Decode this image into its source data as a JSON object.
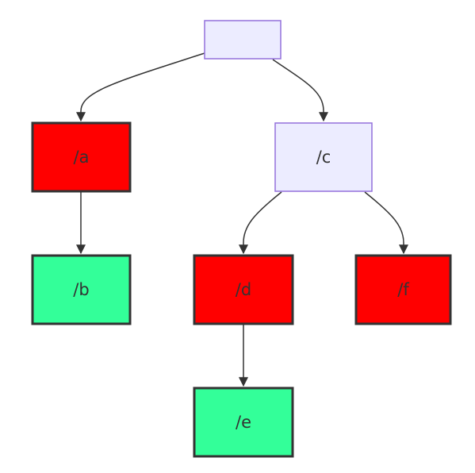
{
  "colors": {
    "root": "#ececff",
    "root_border": "#9370db",
    "red": "#ff0000",
    "green": "#33ff99",
    "dark_border": "#333333",
    "edge": "#333333",
    "text": "#333333"
  },
  "nodes": {
    "root": {
      "label": "",
      "style": "root"
    },
    "a": {
      "label": "/a",
      "style": "red"
    },
    "b": {
      "label": "/b",
      "style": "green"
    },
    "c": {
      "label": "/c",
      "style": "root"
    },
    "d": {
      "label": "/d",
      "style": "red"
    },
    "e": {
      "label": "/e",
      "style": "green"
    },
    "f": {
      "label": "/f",
      "style": "red"
    }
  },
  "edges": [
    {
      "from": "root",
      "to": "a"
    },
    {
      "from": "root",
      "to": "c"
    },
    {
      "from": "a",
      "to": "b"
    },
    {
      "from": "c",
      "to": "d"
    },
    {
      "from": "c",
      "to": "f"
    },
    {
      "from": "d",
      "to": "e"
    }
  ]
}
